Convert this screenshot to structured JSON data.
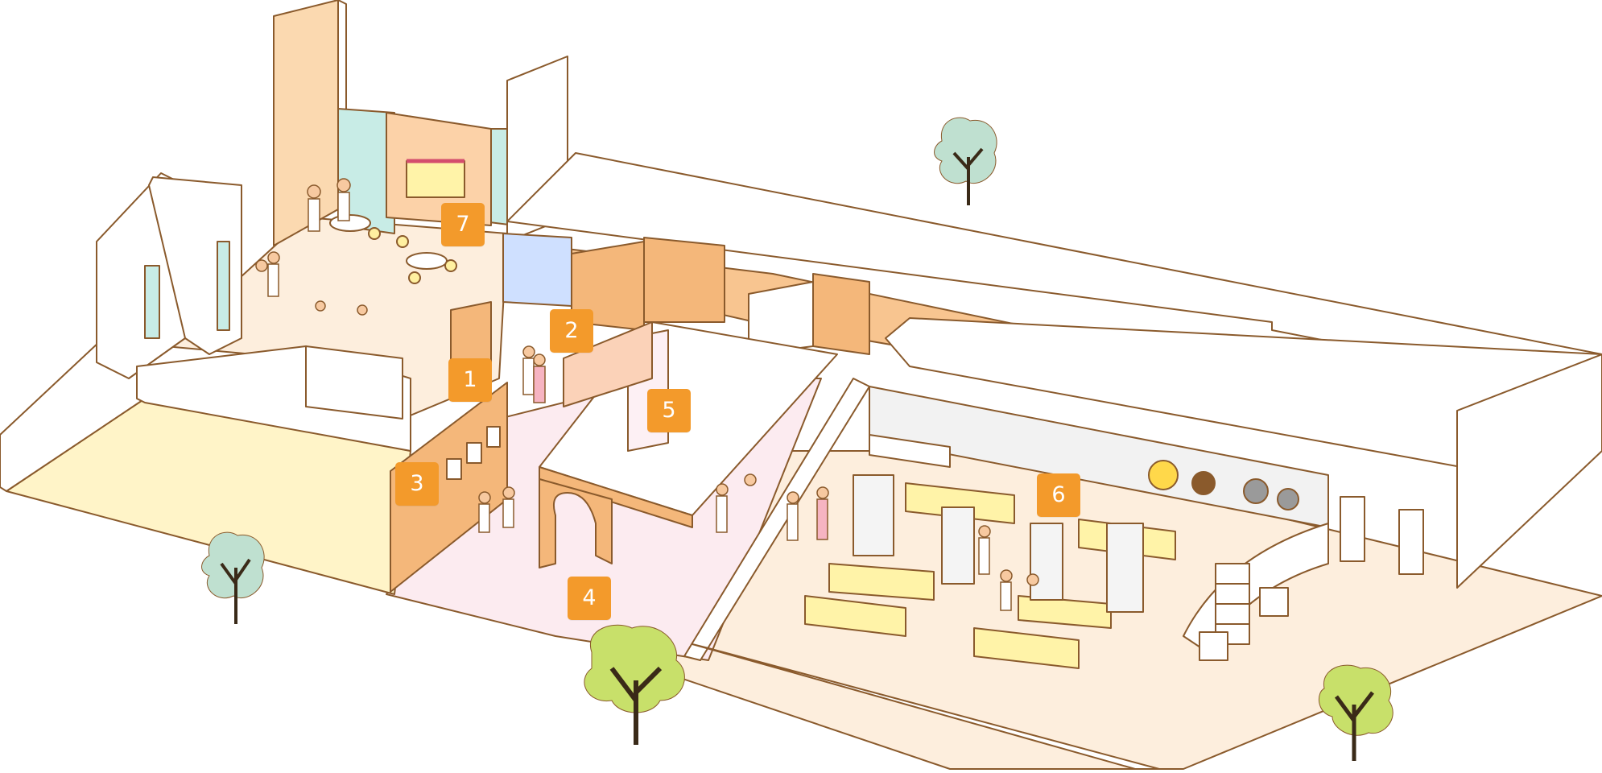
{
  "markers": [
    {
      "id": "1",
      "label": "1"
    },
    {
      "id": "2",
      "label": "2"
    },
    {
      "id": "3",
      "label": "3"
    },
    {
      "id": "4",
      "label": "4"
    },
    {
      "id": "5",
      "label": "5"
    },
    {
      "id": "6",
      "label": "6"
    },
    {
      "id": "7",
      "label": "7"
    }
  ],
  "colors": {
    "marker": "#f39a2b",
    "outline": "#8a5a2c",
    "floor_beige": "#fdeedd",
    "floor_yellow": "#fff4c8",
    "floor_pink": "#fcebf0",
    "wood": "#f4b77a",
    "wall": "#ffffff",
    "glass_teal": "#c8ece6",
    "tree_light_green": "#c8e06a",
    "tree_mint": "#bfe0d0"
  }
}
